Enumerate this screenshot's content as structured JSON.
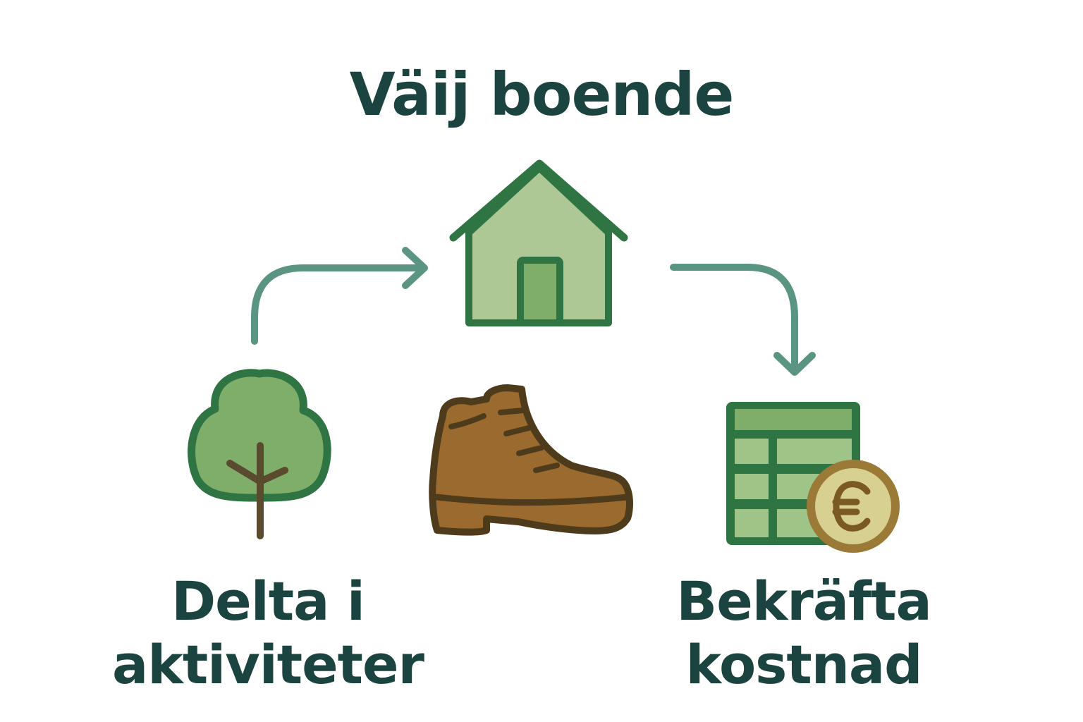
{
  "title": "Väij boende",
  "steps": [
    {
      "id": "activities",
      "line1": "Delta i",
      "line2": "aktiviteter",
      "icon": "tree-icon"
    },
    {
      "id": "accommodation",
      "label": "Väij boende",
      "icon": "house-icon"
    },
    {
      "id": "cost",
      "line1": "Bekräfta",
      "line2": "kostnad",
      "icon": "spreadsheet-euro-icon"
    }
  ],
  "center_icon": "hiking-boot-icon",
  "arrows": [
    {
      "from": "activities",
      "to": "accommodation",
      "icon": "curved-arrow-right-icon"
    },
    {
      "from": "accommodation",
      "to": "cost",
      "icon": "curved-arrow-down-icon"
    }
  ],
  "colors": {
    "text": "#1b4440",
    "arrow": "#5a9482",
    "green_dark": "#2f7443",
    "green_light": "#adc894",
    "green_mid": "#7fae6a",
    "brown_dark": "#5a4320",
    "brown": "#9a6a2e",
    "coin": "#d8d090",
    "coin_ring": "#9a7a36"
  }
}
